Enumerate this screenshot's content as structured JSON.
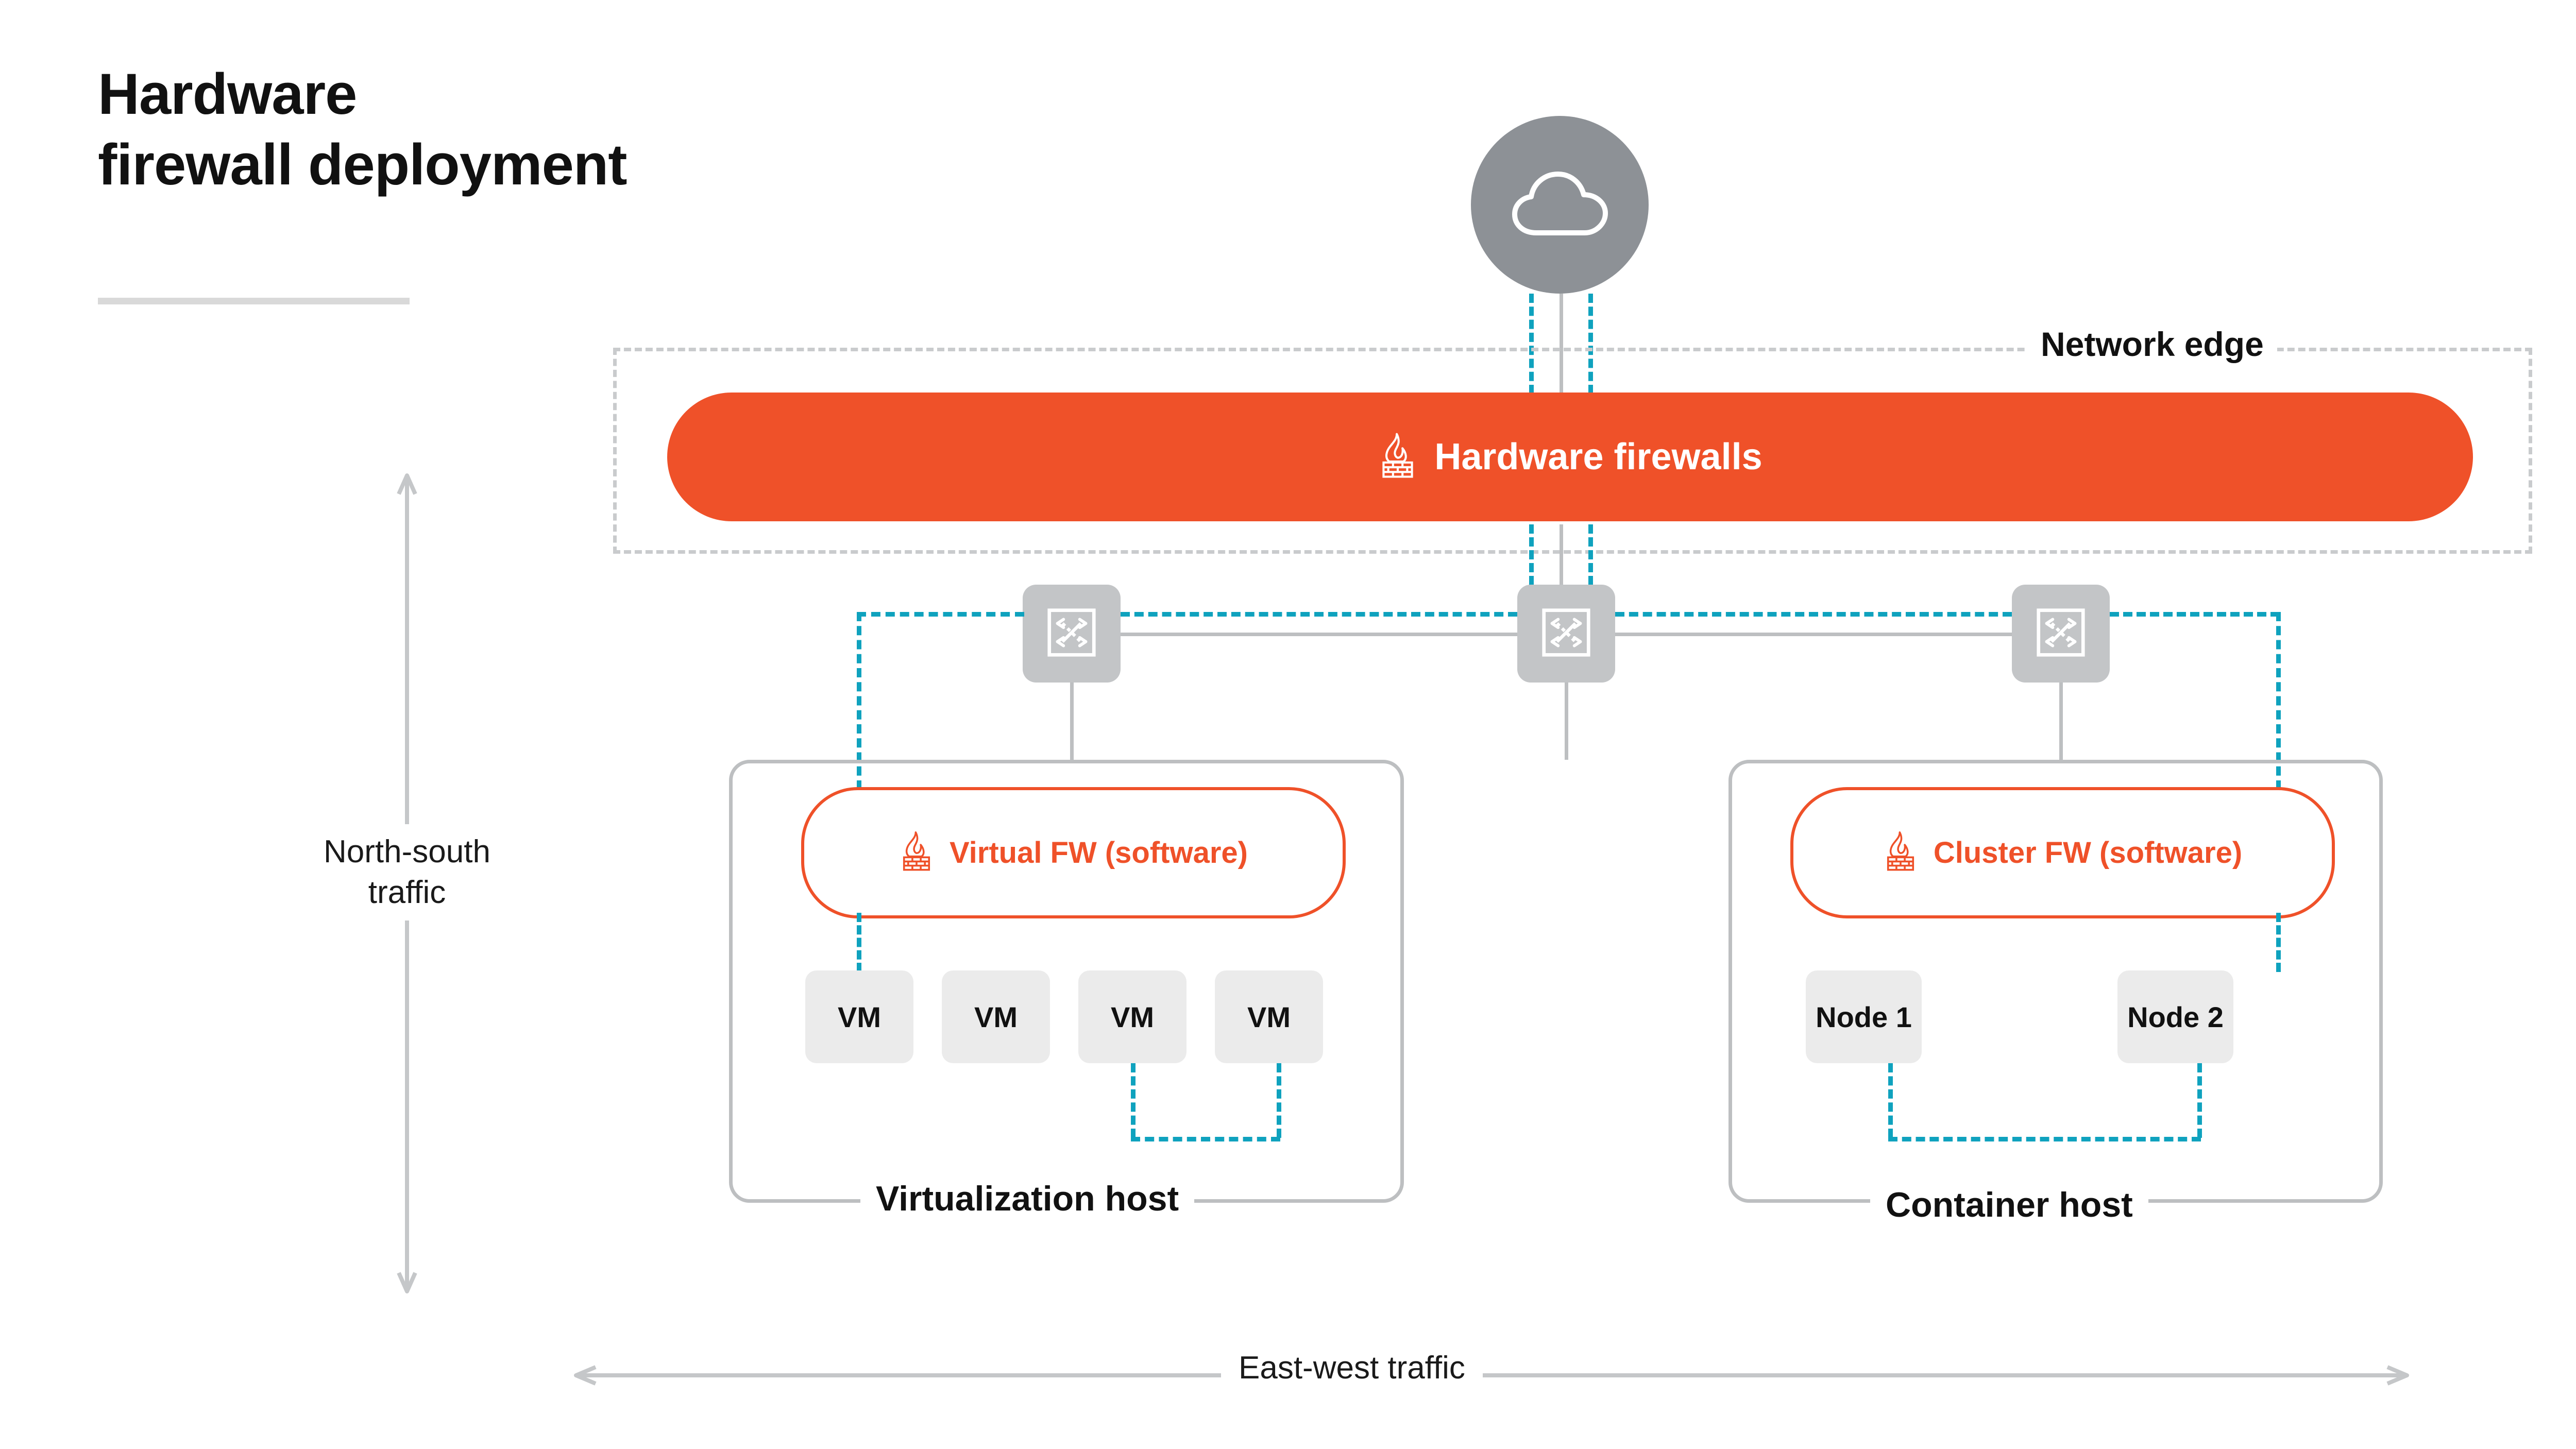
{
  "title": {
    "line1": "Hardware",
    "line2": "firewall deployment"
  },
  "colors": {
    "orange": "#ef5129",
    "teal": "#0fa2be",
    "grey_line": "#bdbfc1",
    "grey_fill": "#c3c5c7",
    "cloud_grey": "#8d9196",
    "box_fill": "#ebebeb",
    "dash_grey": "#c9cbcd"
  },
  "cloud": {
    "icon": "cloud-icon"
  },
  "network_edge": {
    "label": "Network edge"
  },
  "hardware_firewall": {
    "label": "Hardware firewalls",
    "icon": "firewall-icon"
  },
  "switches": [
    {
      "name": "switch-left",
      "icon": "network-switch-icon"
    },
    {
      "name": "switch-middle",
      "icon": "network-switch-icon"
    },
    {
      "name": "switch-right",
      "icon": "network-switch-icon"
    }
  ],
  "virtualization_host": {
    "label": "Virtualization host",
    "firewall": {
      "label": "Virtual FW (software)",
      "icon": "firewall-icon"
    },
    "workloads": [
      {
        "label": "VM"
      },
      {
        "label": "VM"
      },
      {
        "label": "VM"
      },
      {
        "label": "VM"
      }
    ]
  },
  "container_host": {
    "label": "Container host",
    "firewall": {
      "label": "Cluster FW (software)",
      "icon": "firewall-icon"
    },
    "workloads": [
      {
        "label": "Node 1"
      },
      {
        "label": "Node 2"
      }
    ]
  },
  "traffic_axes": {
    "north_south": {
      "line1": "North-south",
      "line2": "traffic"
    },
    "east_west": {
      "label": "East-west traffic"
    }
  }
}
